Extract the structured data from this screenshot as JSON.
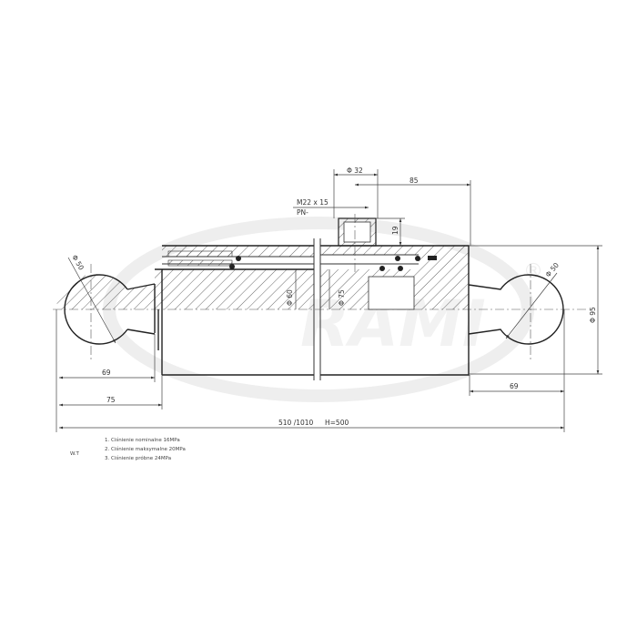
{
  "drawing": {
    "watermark": "RAMI",
    "watermark_mark": "®",
    "dimensions": {
      "port_diameter": "Φ 32",
      "port_offset": "85",
      "port_thread": "M22 x 15",
      "port_pressure": "PN-",
      "port_height": "19",
      "left_ball_diameter": "Φ 50",
      "right_ball_diameter": "Φ 50",
      "rod_diameter": "Φ 60",
      "bore_diameter": "Φ 75",
      "tube_outer_diameter": "Φ 95",
      "left_ball_to_rod": "69",
      "left_ball_to_tube": "75",
      "right_ball_to_head": "69",
      "overall_length": "510 /1010",
      "stroke": "H=500"
    },
    "notes_label": "W.T",
    "notes": [
      "1. Ciśnienie nominalne 16MPa",
      "2. Ciśnienie maksymalne 20MPa",
      "3. Ciśnienie próbne 24MPa"
    ]
  }
}
